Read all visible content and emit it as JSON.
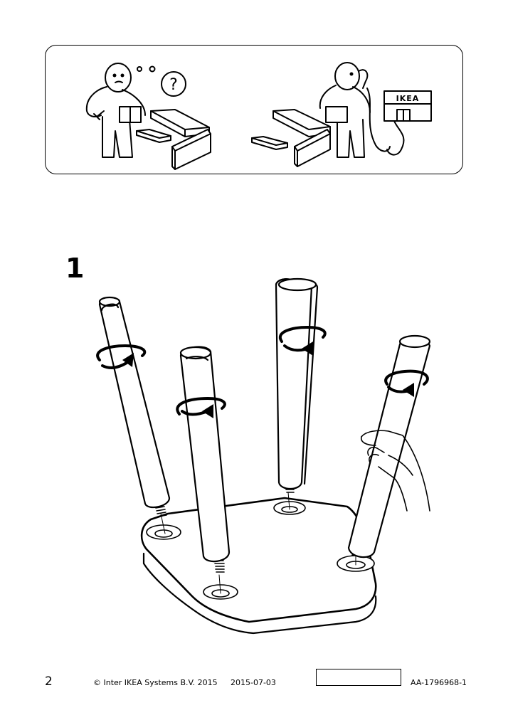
{
  "help_panel": {
    "question_mark": "?",
    "store_sign": "IKEA"
  },
  "step": {
    "number": "1"
  },
  "footer": {
    "page_number": "2",
    "copyright": "© Inter IKEA Systems B.V. 2015",
    "date": "2015-07-03",
    "document_code": "AA-1796968-1"
  },
  "colors": {
    "ink": "#000000",
    "paper": "#ffffff"
  }
}
